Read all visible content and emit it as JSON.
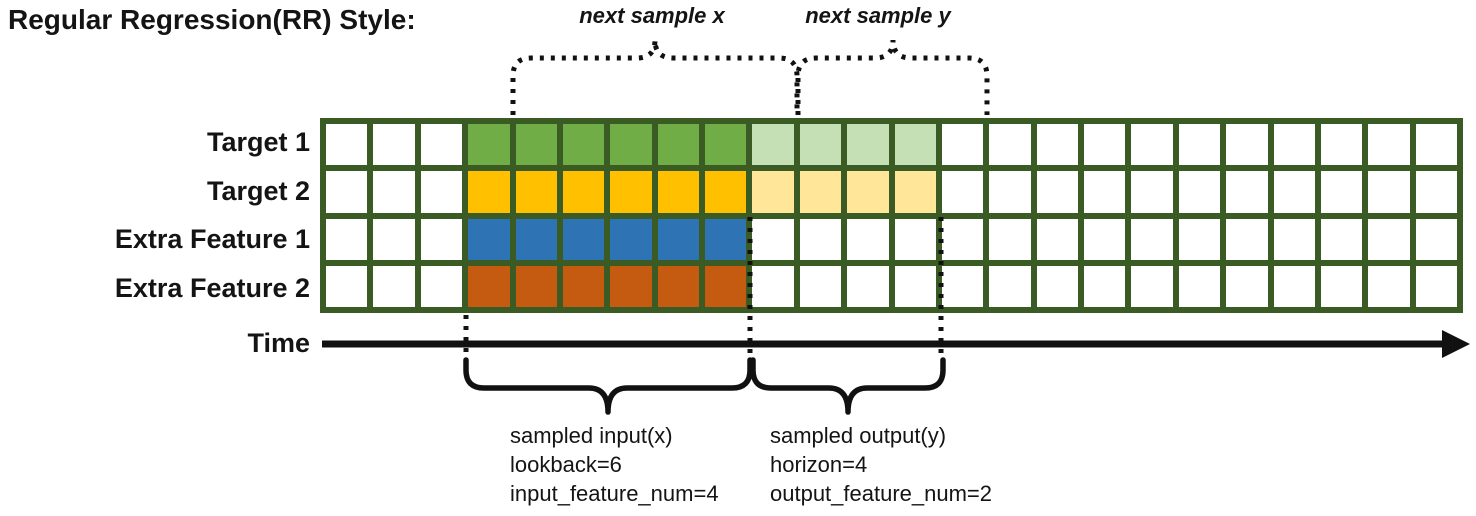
{
  "title": "Regular Regression(RR) Style:",
  "annotations": {
    "next_sample_x": "next sample x",
    "next_sample_y": "next sample y"
  },
  "time_axis": {
    "label": "Time"
  },
  "grid": {
    "num_columns": 24,
    "input_start_col": 3,
    "lookback": 6,
    "horizon": 4,
    "line_color": "#3A5B24",
    "empty_color": "#FFFFFF",
    "rows": [
      {
        "label": "Target 1",
        "input_color": "#70AD47",
        "output_color": "#C5E0B4",
        "has_output": true
      },
      {
        "label": "Target 2",
        "input_color": "#FFC000",
        "output_color": "#FFE699",
        "has_output": true
      },
      {
        "label": "Extra Feature 1",
        "input_color": "#2E74B5",
        "output_color": null,
        "has_output": false
      },
      {
        "label": "Extra Feature 2",
        "input_color": "#C55A11",
        "output_color": null,
        "has_output": false
      }
    ]
  },
  "captions": {
    "input": [
      "sampled input(x)",
      "lookback=6",
      "input_feature_num=4"
    ],
    "output": [
      "sampled output(y)",
      "horizon=4",
      "output_feature_num=2"
    ]
  }
}
